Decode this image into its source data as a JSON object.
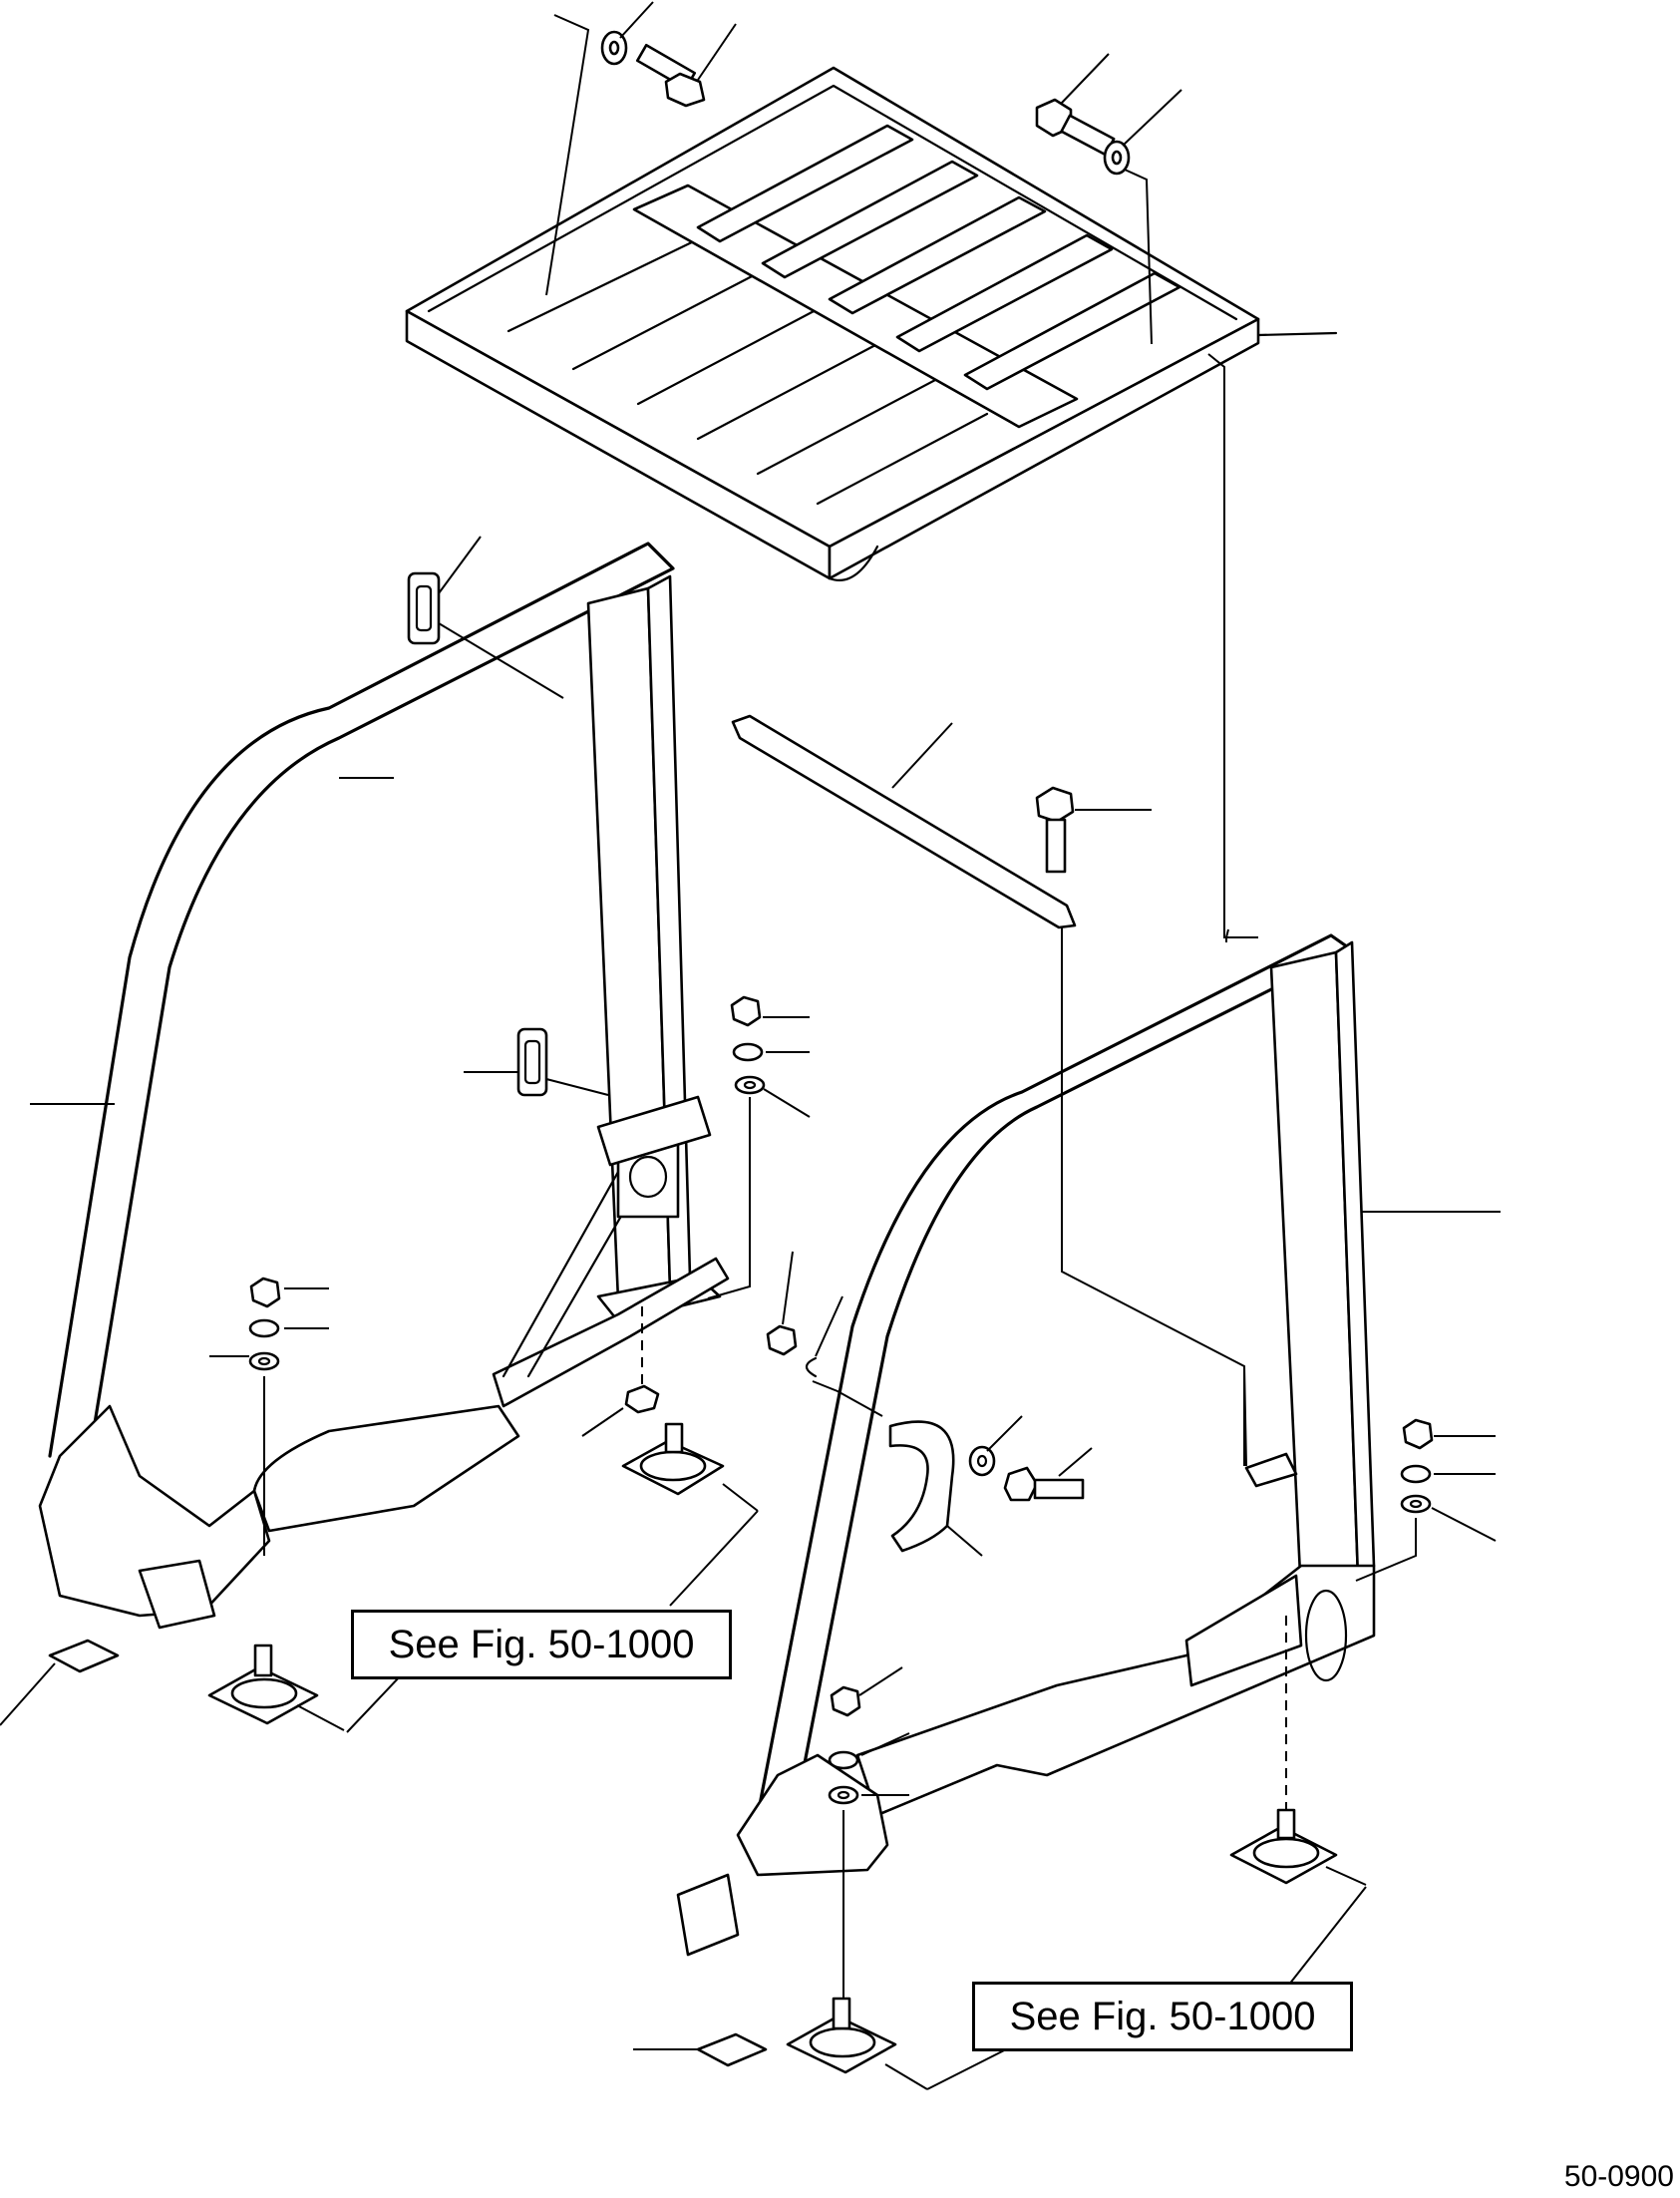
{
  "labels": {
    "see_fig_left": "See Fig. 50-1000",
    "see_fig_right": "See Fig. 50-1000",
    "figure_number": "50-0900"
  },
  "parts": [
    {
      "name": "canopy-top-panel",
      "icon": "grid-panel"
    },
    {
      "name": "left-frame",
      "icon": "frame"
    },
    {
      "name": "right-frame",
      "icon": "frame"
    },
    {
      "name": "cross-brace-bar",
      "icon": "bar"
    },
    {
      "name": "grab-handle",
      "icon": "handle"
    },
    {
      "name": "mount-isolator",
      "icon": "rubber-mount"
    },
    {
      "name": "hex-bolt",
      "icon": "bolt"
    },
    {
      "name": "hex-nut",
      "icon": "nut"
    },
    {
      "name": "lock-washer",
      "icon": "washer"
    },
    {
      "name": "flat-washer",
      "icon": "washer"
    }
  ],
  "colors": {
    "line": "#000000",
    "background": "#ffffff"
  }
}
